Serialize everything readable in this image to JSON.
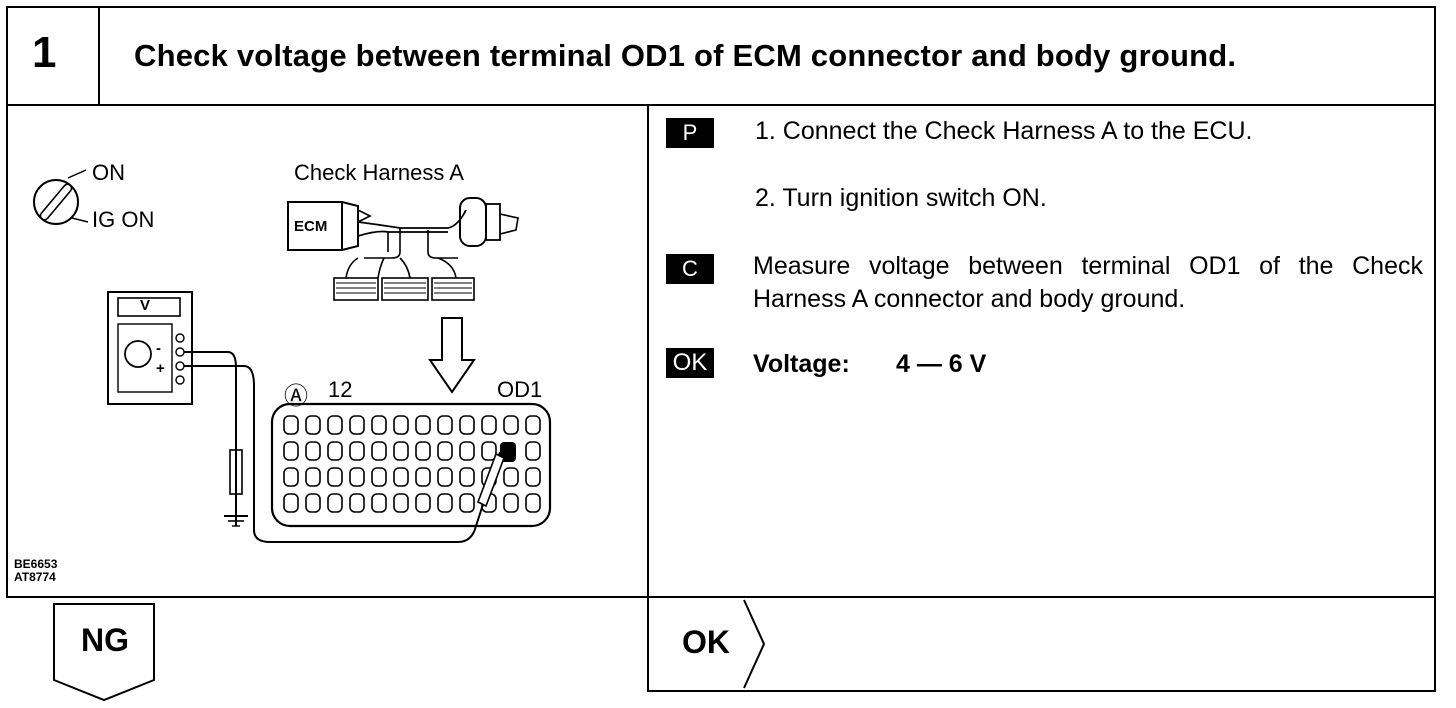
{
  "step": {
    "number": "1",
    "title": "Check voltage between terminal OD1 of ECM connector and body ground."
  },
  "illustration": {
    "switch_on": "ON",
    "switch_ig_on": "IG ON",
    "harness_label": "Check Harness A",
    "ecm_label": "ECM",
    "meter_label": "V",
    "meter_minus": "-",
    "meter_plus": "+",
    "connector_symbol": "Ⓐ",
    "connector_pin": "12",
    "terminal_label": "OD1",
    "code_1": "BE6653",
    "code_2": "AT8774"
  },
  "instructions": {
    "p_tag": "P",
    "p_step1": "1.  Connect the Check Harness A to the ECU.",
    "p_step2": "2.  Turn ignition switch ON.",
    "c_tag": "C",
    "c_text": "Measure voltage between terminal OD1 of the Check Harness A connector and body ground.",
    "ok_tag": "OK",
    "ok_label": "Voltage:",
    "ok_value": "4 — 6 V"
  },
  "results": {
    "ng": "NG",
    "ok": "OK"
  }
}
